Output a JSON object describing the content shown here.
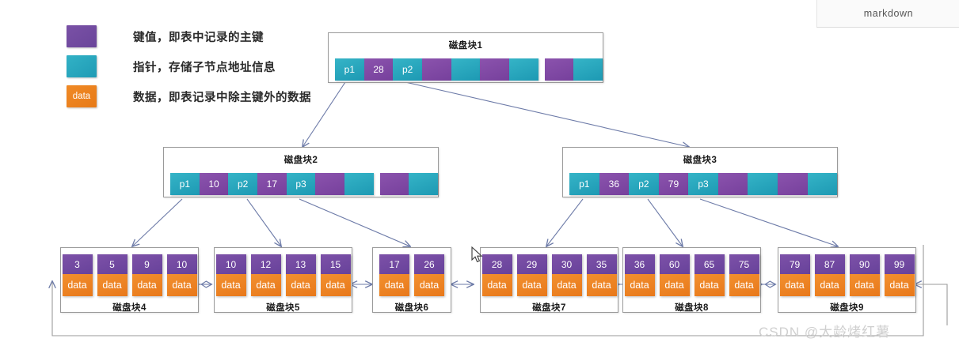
{
  "topbar": {
    "tab_label": "markdown"
  },
  "legend": {
    "items": [
      {
        "swatch": "key-color-swatch",
        "swatch_text": "",
        "label": "键值，即表中记录的主键"
      },
      {
        "swatch": "pointer-color-swatch",
        "swatch_text": "",
        "label": "指针，存储子节点地址信息"
      },
      {
        "swatch": "data-color-swatch",
        "swatch_text": "data",
        "label": "数据，即表记录中除主键外的数据"
      }
    ]
  },
  "colors": {
    "key_purple": "#76409c",
    "pointer_cyan": "#1d99b3",
    "data_orange": "#e8781a",
    "node_border": "#9a9a9a",
    "arrow": "#6d7ba8",
    "watermark": "#cfcfcf"
  },
  "tree": {
    "root": {
      "title": "磁盘块1",
      "cells": [
        {
          "type": "pointer",
          "text": "p1"
        },
        {
          "type": "key",
          "text": "28"
        },
        {
          "type": "pointer",
          "text": "p2"
        },
        {
          "type": "key",
          "text": ""
        },
        {
          "type": "pointer",
          "text": ""
        },
        {
          "type": "key",
          "text": ""
        },
        {
          "type": "pointer",
          "text": ""
        },
        {
          "type": "key",
          "text": "",
          "gap": true
        },
        {
          "type": "pointer",
          "text": ""
        }
      ]
    },
    "internal": [
      {
        "title": "磁盘块2",
        "cells": [
          {
            "type": "pointer",
            "text": "p1"
          },
          {
            "type": "key",
            "text": "10"
          },
          {
            "type": "pointer",
            "text": "p2"
          },
          {
            "type": "key",
            "text": "17"
          },
          {
            "type": "pointer",
            "text": "p3"
          },
          {
            "type": "key",
            "text": ""
          },
          {
            "type": "pointer",
            "text": ""
          },
          {
            "type": "key",
            "text": "",
            "gap": true
          },
          {
            "type": "pointer",
            "text": ""
          }
        ]
      },
      {
        "title": "磁盘块3",
        "cells": [
          {
            "type": "pointer",
            "text": "p1"
          },
          {
            "type": "key",
            "text": "36"
          },
          {
            "type": "pointer",
            "text": "p2"
          },
          {
            "type": "key",
            "text": "79"
          },
          {
            "type": "pointer",
            "text": "p3"
          },
          {
            "type": "key",
            "text": ""
          },
          {
            "type": "pointer",
            "text": ""
          },
          {
            "type": "key",
            "text": ""
          },
          {
            "type": "pointer",
            "text": ""
          }
        ]
      }
    ],
    "leaves": [
      {
        "title": "磁盘块4",
        "keys": [
          "3",
          "5",
          "9",
          "10"
        ],
        "data_label": "data"
      },
      {
        "title": "磁盘块5",
        "keys": [
          "10",
          "12",
          "13",
          "15"
        ],
        "data_label": "data"
      },
      {
        "title": "磁盘块6",
        "keys": [
          "17",
          "26"
        ],
        "data_label": "data"
      },
      {
        "title": "磁盘块7",
        "keys": [
          "28",
          "29",
          "30",
          "35"
        ],
        "data_label": "data"
      },
      {
        "title": "磁盘块8",
        "keys": [
          "36",
          "60",
          "65",
          "75"
        ],
        "data_label": "data"
      },
      {
        "title": "磁盘块9",
        "keys": [
          "79",
          "87",
          "90",
          "99"
        ],
        "data_label": "data"
      }
    ]
  },
  "watermark": {
    "text": "CSDN @大龄烤红薯"
  }
}
